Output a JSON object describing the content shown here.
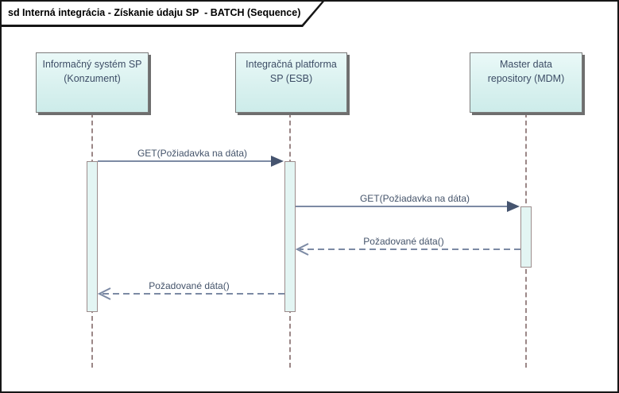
{
  "frame": {
    "title": "sd Interná integrácia - Získanie údaju SP  - BATCH (Sequence)"
  },
  "diagram_type": "uml-sequence",
  "lifelines": [
    {
      "id": "konzument",
      "label": "Informačný systém SP\n(Konzument)"
    },
    {
      "id": "esb",
      "label": "Integračná platforma\nSP (ESB)"
    },
    {
      "id": "mdm",
      "label": "Master data\nrepository (MDM)"
    }
  ],
  "messages": [
    {
      "label": "GET(Požiadavka na dáta)",
      "from": "konzument",
      "to": "esb",
      "type": "sync-solid-filled-arrow"
    },
    {
      "label": "GET(Požiadavka na dáta)",
      "from": "esb",
      "to": "mdm",
      "type": "sync-solid-filled-arrow"
    },
    {
      "label": "Požadované dáta()",
      "from": "mdm",
      "to": "esb",
      "type": "return-dashed-open-arrow"
    },
    {
      "label": "Požadované dáta()",
      "from": "esb",
      "to": "konzument",
      "type": "return-dashed-open-arrow"
    }
  ],
  "colors": {
    "head_fill_top": "#eaf9f8",
    "head_fill_bottom": "#cdecea",
    "head_border": "#7b7b7b",
    "head_shadow": "#6e6e6e",
    "head_text": "#3d4d66",
    "activation_fill": "#e3f5f3",
    "activation_border": "#9c8c8c",
    "lifeline_dash": "#9b8787",
    "message_line": "#7c8aa4",
    "message_arrowhead": "#45546f",
    "message_text": "#44536a",
    "frame_border": "#161616"
  }
}
